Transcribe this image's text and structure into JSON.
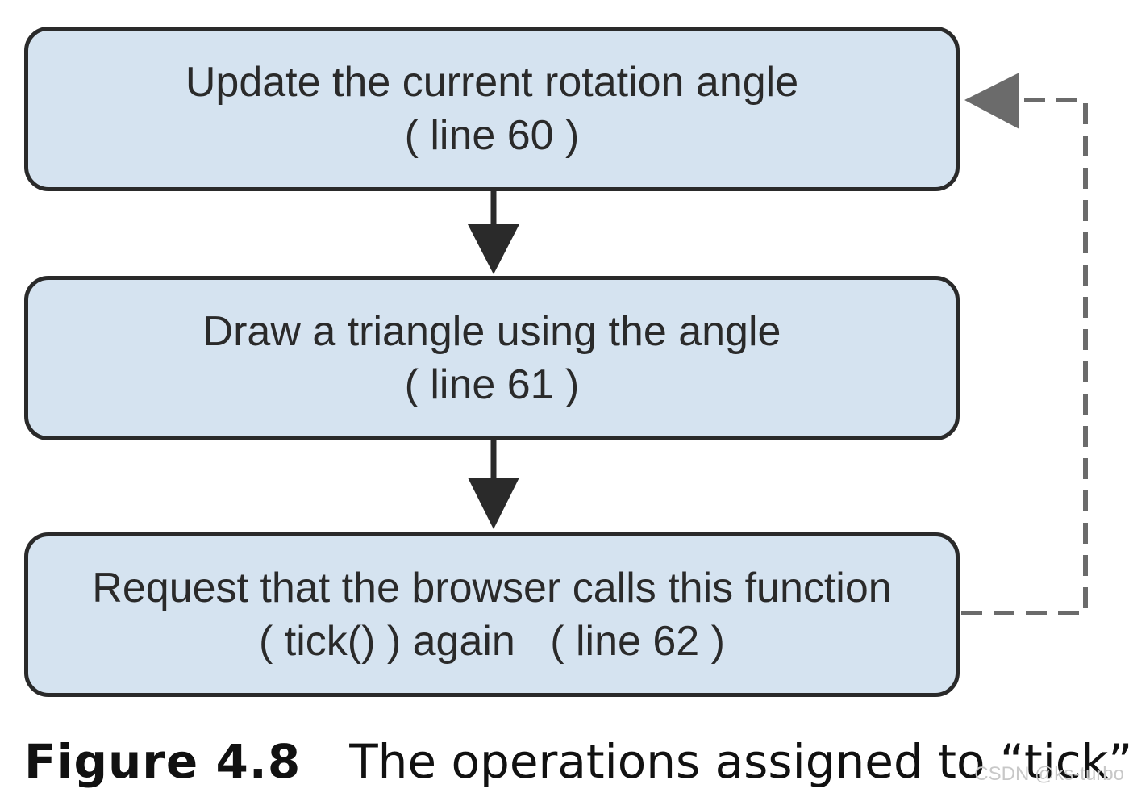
{
  "boxes": [
    {
      "line1": "Update the current rotation angle",
      "line2": "( line 60 )"
    },
    {
      "line1": "Draw a triangle using the angle",
      "line2": "( line 61 )"
    },
    {
      "line1": "Request that the browser calls this function",
      "line2": "( tick() ) again   ( line 62 )"
    }
  ],
  "caption": {
    "label": "Figure 4.8",
    "text": "The operations assigned to “tick”"
  },
  "watermark": "CSDN @ks-turbo",
  "colors": {
    "box_fill": "#d5e3f0",
    "box_stroke": "#2a2a2a",
    "arrow": "#2a2a2a",
    "loop_arrow": "#6b6b6b"
  }
}
